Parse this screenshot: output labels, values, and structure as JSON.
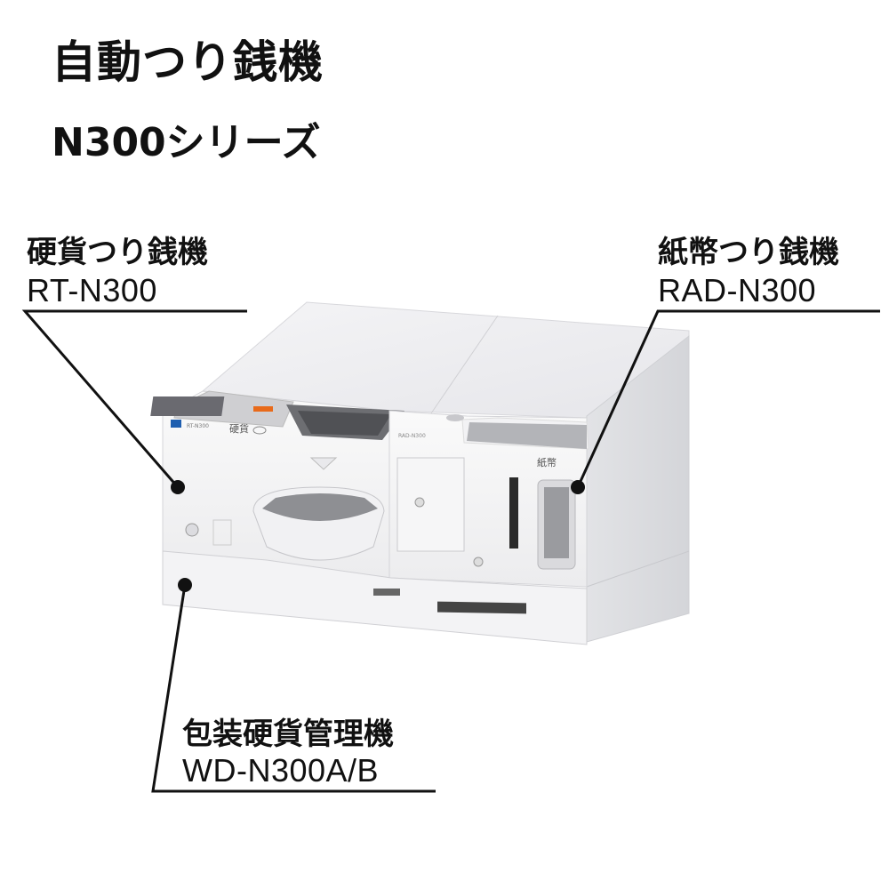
{
  "header": {
    "title": "自動つり銭機",
    "series": "N300シリーズ"
  },
  "callouts": {
    "coin": {
      "name": "硬貨つり銭機",
      "model": "RT-N300"
    },
    "bill": {
      "name": "紙幣つり銭機",
      "model": "RAD-N300"
    },
    "wrapped": {
      "name": "包装硬貨管理機",
      "model": "WD-N300A/B"
    }
  },
  "machine": {
    "coin_unit_model": "RT-N300",
    "coin_unit_label": "硬貨",
    "bill_unit_model": "RAD-N300",
    "bill_unit_label": "紙幣"
  },
  "colors": {
    "brand_blue": "#1f5fb0",
    "accent_orange": "#e86a1a",
    "text": "#111111"
  }
}
